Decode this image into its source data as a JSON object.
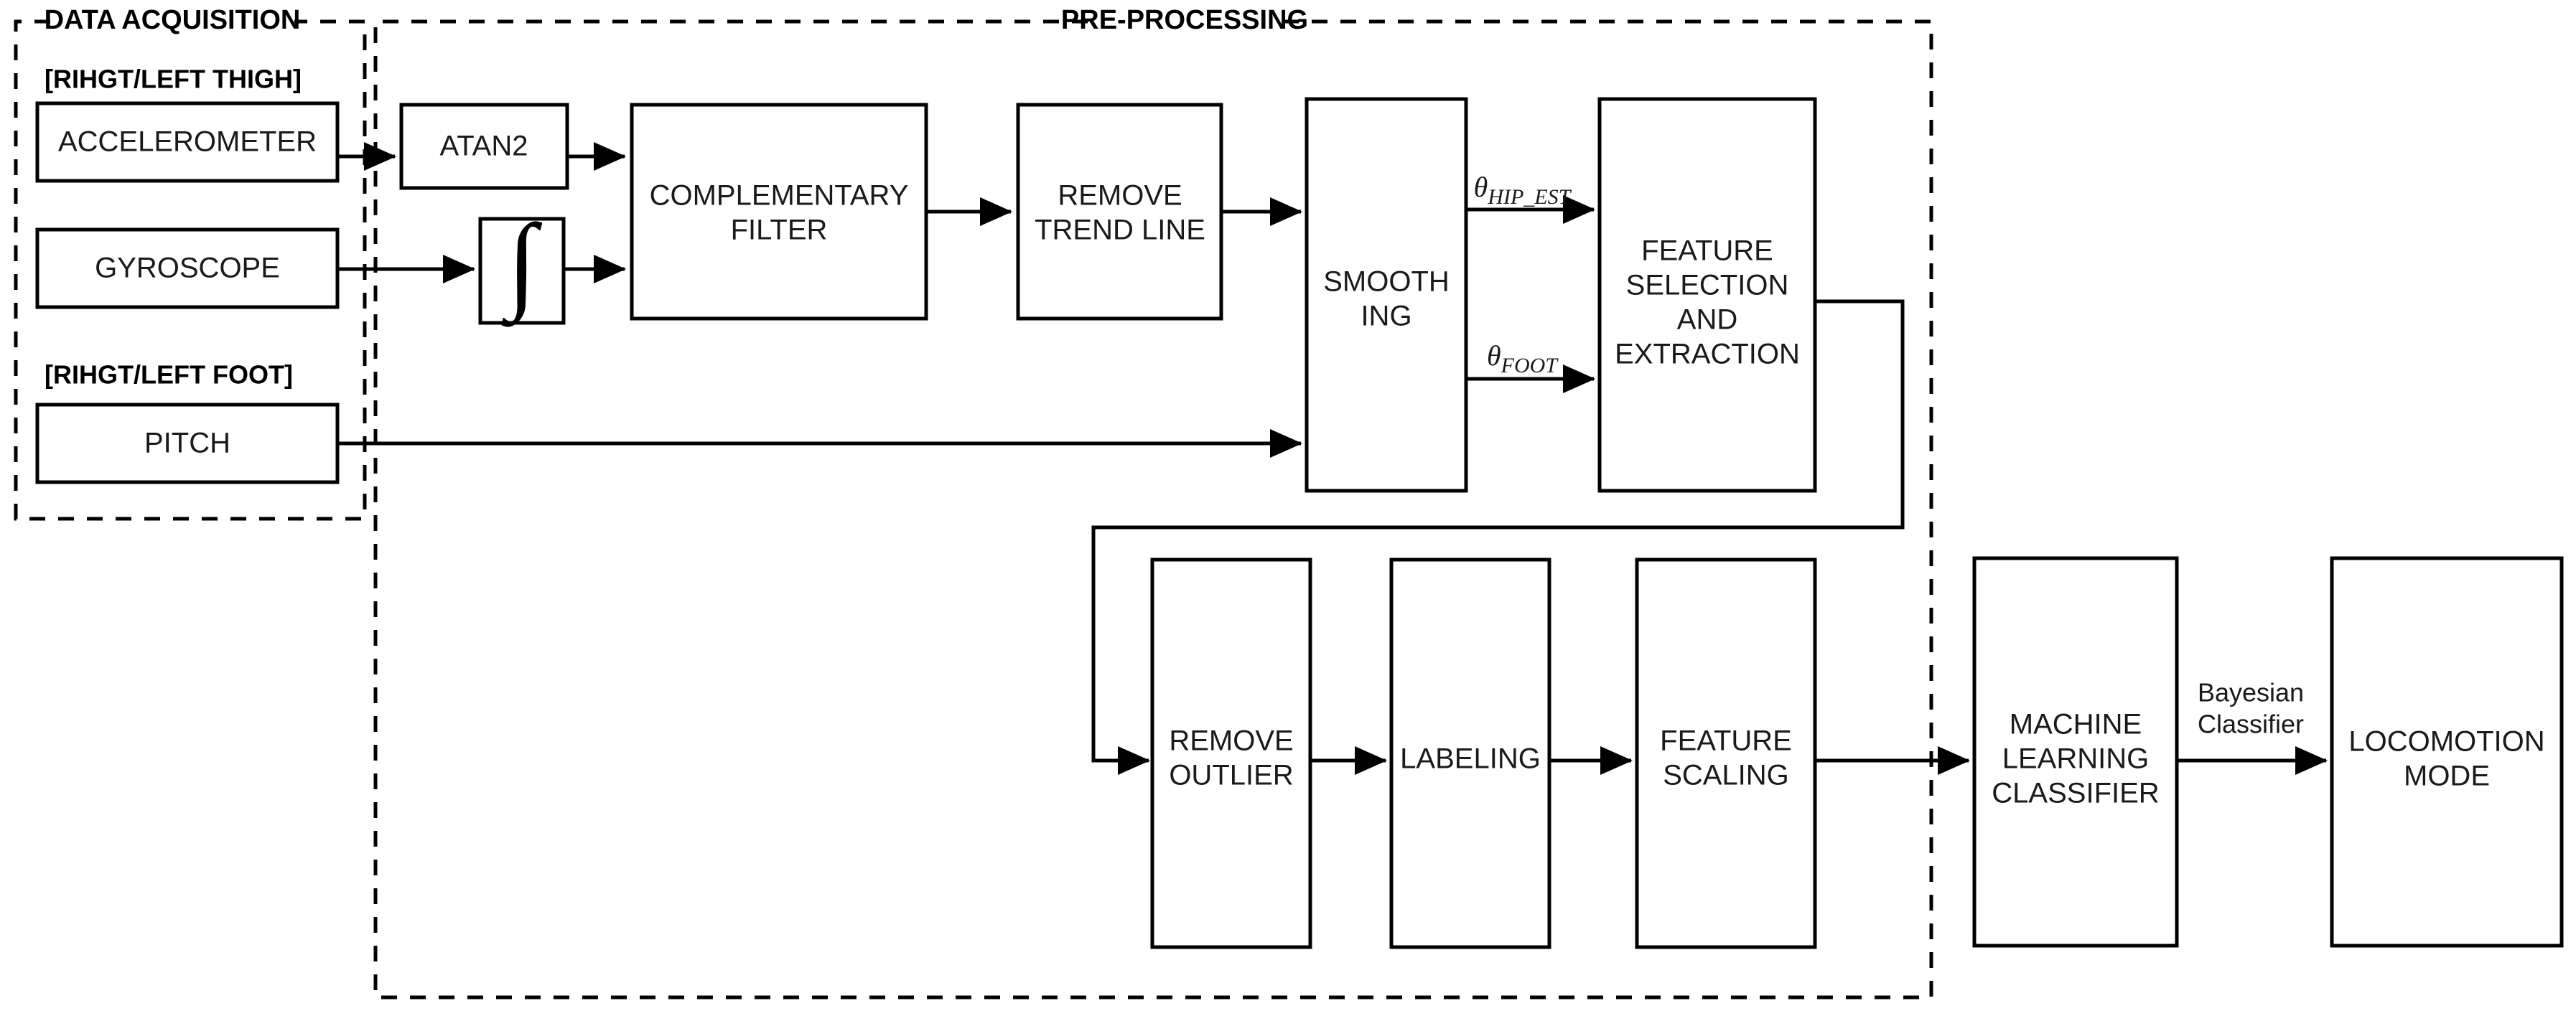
{
  "diagram": {
    "title": "Locomotion Mode Recognition Pipeline",
    "type": "block-flow-diagram",
    "background_color": "#ffffff",
    "line_color": "#000000",
    "groups": [
      {
        "id": "data-acquisition",
        "label": "DATA ACQUISITION",
        "style": "dashed",
        "subgroups": [
          {
            "id": "thigh",
            "label": "[RIHGT/LEFT THIGH]"
          },
          {
            "id": "foot",
            "label": "[RIHGT/LEFT FOOT]"
          }
        ]
      },
      {
        "id": "pre-processing",
        "label": "PRE-PROCESSING",
        "style": "dashed",
        "subgroups": []
      }
    ],
    "blocks": [
      {
        "id": "accelerometer",
        "label": "ACCELEROMETER",
        "lines": [
          "ACCELEROMETER"
        ],
        "group": "data-acquisition"
      },
      {
        "id": "gyroscope",
        "label": "GYROSCOPE",
        "lines": [
          "GYROSCOPE"
        ],
        "group": "data-acquisition"
      },
      {
        "id": "pitch",
        "label": "PITCH",
        "lines": [
          "PITCH"
        ],
        "group": "data-acquisition"
      },
      {
        "id": "atan2",
        "label": "ATAN2",
        "lines": [
          "ATAN2"
        ],
        "group": "pre-processing"
      },
      {
        "id": "integral",
        "label": "∫",
        "lines": [
          "∫"
        ],
        "group": "pre-processing",
        "glyph": "integral"
      },
      {
        "id": "complementary-filter",
        "label": "COMPLEMENTARY FILTER",
        "lines": [
          "COMPLEMENTARY",
          "FILTER"
        ],
        "group": "pre-processing"
      },
      {
        "id": "remove-trend-line",
        "label": "REMOVE TREND LINE",
        "lines": [
          "REMOVE",
          "TREND LINE"
        ],
        "group": "pre-processing"
      },
      {
        "id": "smoothing",
        "label": "SMOOTH ING",
        "lines": [
          "SMOOTH",
          "ING"
        ],
        "group": "pre-processing"
      },
      {
        "id": "feature-selection-extraction",
        "label": "FEATURE SELECTION AND EXTRACTION",
        "lines": [
          "FEATURE",
          "SELECTION",
          "AND",
          "EXTRACTION"
        ],
        "group": "pre-processing"
      },
      {
        "id": "remove-outlier",
        "label": "REMOVE OUTLIER",
        "lines": [
          "REMOVE",
          "OUTLIER"
        ],
        "group": "pre-processing"
      },
      {
        "id": "labeling",
        "label": "LABELING",
        "lines": [
          "LABELING"
        ],
        "group": "pre-processing"
      },
      {
        "id": "feature-scaling",
        "label": "FEATURE SCALING",
        "lines": [
          "FEATURE",
          "SCALING"
        ],
        "group": "pre-processing"
      },
      {
        "id": "machine-learning-classifier",
        "label": "MACHINE LEARNING CLASSIFIER",
        "lines": [
          "MACHINE",
          "LEARNING",
          "CLASSIFIER"
        ],
        "group": null
      },
      {
        "id": "locomotion-mode",
        "label": "LOCOMOTION MODE",
        "lines": [
          "LOCOMOTION",
          "MODE"
        ],
        "group": null
      }
    ],
    "edge_labels": [
      {
        "id": "theta-hip-est",
        "base": "θ",
        "subscript": "HIP_EST",
        "from": "smoothing",
        "to": "feature-selection-extraction"
      },
      {
        "id": "theta-foot",
        "base": "θ",
        "subscript": "FOOT",
        "from": "smoothing",
        "to": "feature-selection-extraction"
      },
      {
        "id": "bayesian-classifier",
        "lines": [
          "Bayesian",
          "Classifier"
        ],
        "from": "machine-learning-classifier",
        "to": "locomotion-mode"
      }
    ],
    "connections": [
      {
        "from": "accelerometer",
        "to": "atan2"
      },
      {
        "from": "atan2",
        "to": "complementary-filter"
      },
      {
        "from": "gyroscope",
        "to": "integral"
      },
      {
        "from": "integral",
        "to": "complementary-filter"
      },
      {
        "from": "complementary-filter",
        "to": "remove-trend-line"
      },
      {
        "from": "remove-trend-line",
        "to": "smoothing"
      },
      {
        "from": "pitch",
        "to": "smoothing"
      },
      {
        "from": "smoothing",
        "to": "feature-selection-extraction",
        "label": "theta-hip-est"
      },
      {
        "from": "smoothing",
        "to": "feature-selection-extraction",
        "label": "theta-foot"
      },
      {
        "from": "feature-selection-extraction",
        "to": "remove-outlier"
      },
      {
        "from": "remove-outlier",
        "to": "labeling"
      },
      {
        "from": "labeling",
        "to": "feature-scaling"
      },
      {
        "from": "feature-scaling",
        "to": "machine-learning-classifier"
      },
      {
        "from": "machine-learning-classifier",
        "to": "locomotion-mode",
        "label": "bayesian-classifier"
      }
    ]
  }
}
